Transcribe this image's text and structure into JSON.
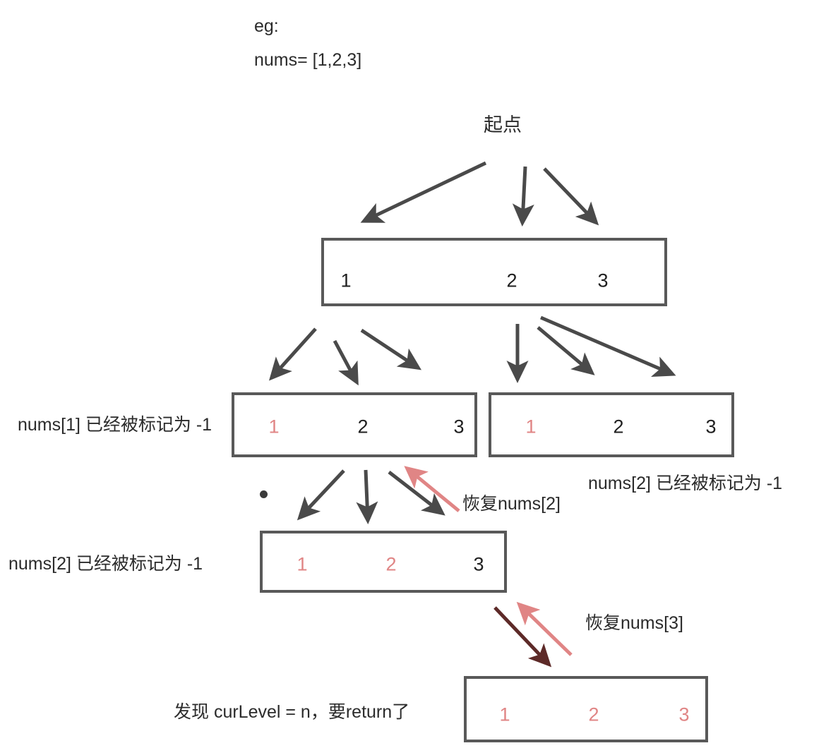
{
  "header": {
    "eg_label": "eg:",
    "nums_label": "nums= [1,2,3]"
  },
  "root": {
    "label": "起点"
  },
  "boxes": [
    {
      "id": "level1-array",
      "cells": [
        {
          "value": "1",
          "marked": false
        },
        {
          "value": "2",
          "marked": false
        },
        {
          "value": "3",
          "marked": false
        }
      ]
    },
    {
      "id": "level2-left-array",
      "cells": [
        {
          "value": "1",
          "marked": true
        },
        {
          "value": "2",
          "marked": false
        },
        {
          "value": "3",
          "marked": false
        }
      ]
    },
    {
      "id": "level2-right-array",
      "cells": [
        {
          "value": "1",
          "marked": true
        },
        {
          "value": "2",
          "marked": false
        },
        {
          "value": "3",
          "marked": false
        }
      ]
    },
    {
      "id": "level3-array",
      "cells": [
        {
          "value": "1",
          "marked": true
        },
        {
          "value": "2",
          "marked": true
        },
        {
          "value": "3",
          "marked": false
        }
      ]
    },
    {
      "id": "level4-array",
      "cells": [
        {
          "value": "1",
          "marked": true
        },
        {
          "value": "2",
          "marked": true
        },
        {
          "value": "3",
          "marked": true
        }
      ]
    }
  ],
  "annotations": {
    "marked_nums1": "nums[1] 已经被标记为 -1",
    "marked_nums2_right": "nums[2] 已经被标记为 -1",
    "marked_nums2_left": "nums[2] 已经被标记为 -1",
    "restore_nums2": "恢复nums[2]",
    "restore_nums3": "恢复nums[3]",
    "return_note": "发现 curLevel = n，要return了"
  },
  "colors": {
    "arrow_dark": "#4a4a4a",
    "arrow_red": "#e08585",
    "arrow_darkred": "#5d2a28",
    "arrow_inline_red": "#b5524f",
    "marked_text": "#e08585",
    "box_border": "#595959",
    "text": "#2b2b2b"
  }
}
